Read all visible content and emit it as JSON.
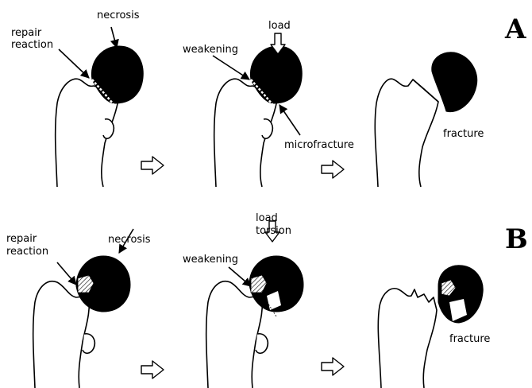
{
  "labels": {
    "panel_a": "A",
    "panel_b": "B",
    "a_necrosis": "necrosis",
    "a_repair_1": "repair",
    "a_repair_2": "reaction",
    "a_load": "load",
    "a_weakening": "weakening",
    "a_microfracture": "microfracture",
    "a_fracture": "fracture",
    "b_repair_1": "repair",
    "b_repair_2": "reaction",
    "b_necrosis": "necrosis",
    "b_load_1": "load",
    "b_load_2": "torsion",
    "b_weakening": "weakening",
    "b_fracture": "fracture"
  }
}
